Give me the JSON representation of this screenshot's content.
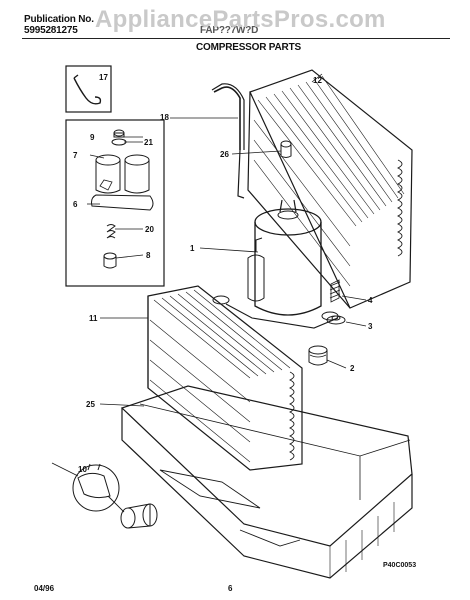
{
  "header": {
    "publication_label": "Publication No.",
    "publication_number": "5995281275",
    "model_partial": "FAP??7W?D",
    "section_title": "COMPRESSOR PARTS"
  },
  "watermark": "AppliancePartsPros.com",
  "callouts": [
    "17",
    "9",
    "21",
    "7",
    "6",
    "20",
    "8",
    "12",
    "18",
    "26",
    "1",
    "4",
    "3",
    "11",
    "2",
    "25",
    "10"
  ],
  "figure_code": "P40C0053",
  "footer": {
    "date": "04/96",
    "page": "6"
  },
  "colors": {
    "line": "#1a1a1a",
    "watermark": "#c9c9c9"
  }
}
